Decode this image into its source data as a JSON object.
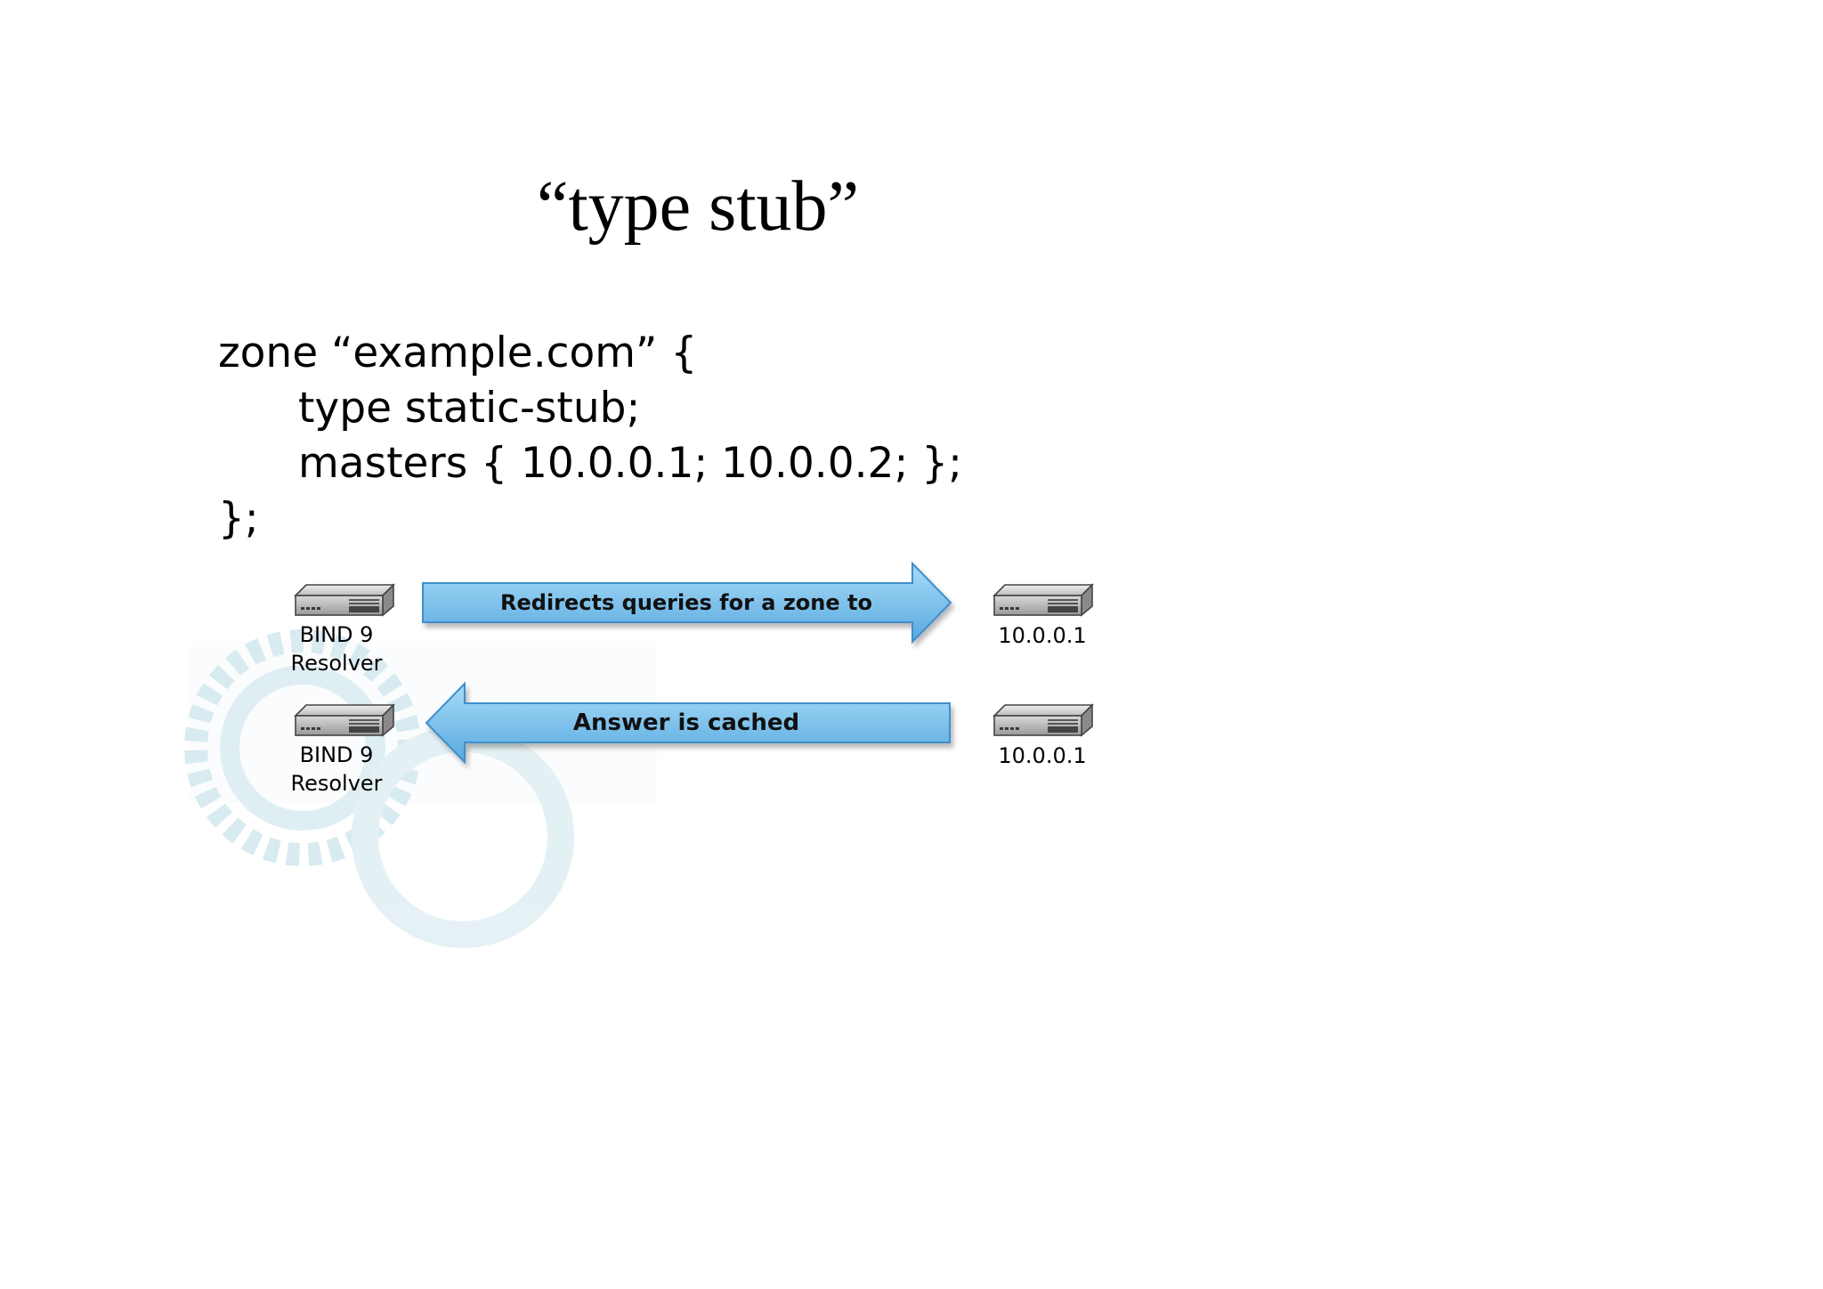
{
  "slide": {
    "title": "“type stub”"
  },
  "code": {
    "lines": [
      "zone “example.com” {",
      "type static-stub;",
      "masters { 10.0.0.1; 10.0.0.2; };",
      "};"
    ]
  },
  "diagram": {
    "rows": [
      {
        "left_node": {
          "line1": "BIND 9",
          "line2": "Resolver",
          "icon": "server-icon"
        },
        "arrow": {
          "label": "Redirects queries for a zone to",
          "direction": "right"
        },
        "right_node": {
          "label": "10.0.0.1",
          "icon": "server-icon"
        }
      },
      {
        "left_node": {
          "line1": "BIND 9",
          "line2": "Resolver",
          "icon": "server-icon"
        },
        "arrow": {
          "label": "Answer is cached",
          "direction": "left"
        },
        "right_node": {
          "label": "10.0.0.1",
          "icon": "server-icon"
        }
      }
    ],
    "colors": {
      "arrow_fill_top": "#9fd3f3",
      "arrow_fill_bottom": "#5eb0e5",
      "arrow_stroke": "#3f8fcb",
      "watermark": "#d6ebf0"
    }
  }
}
